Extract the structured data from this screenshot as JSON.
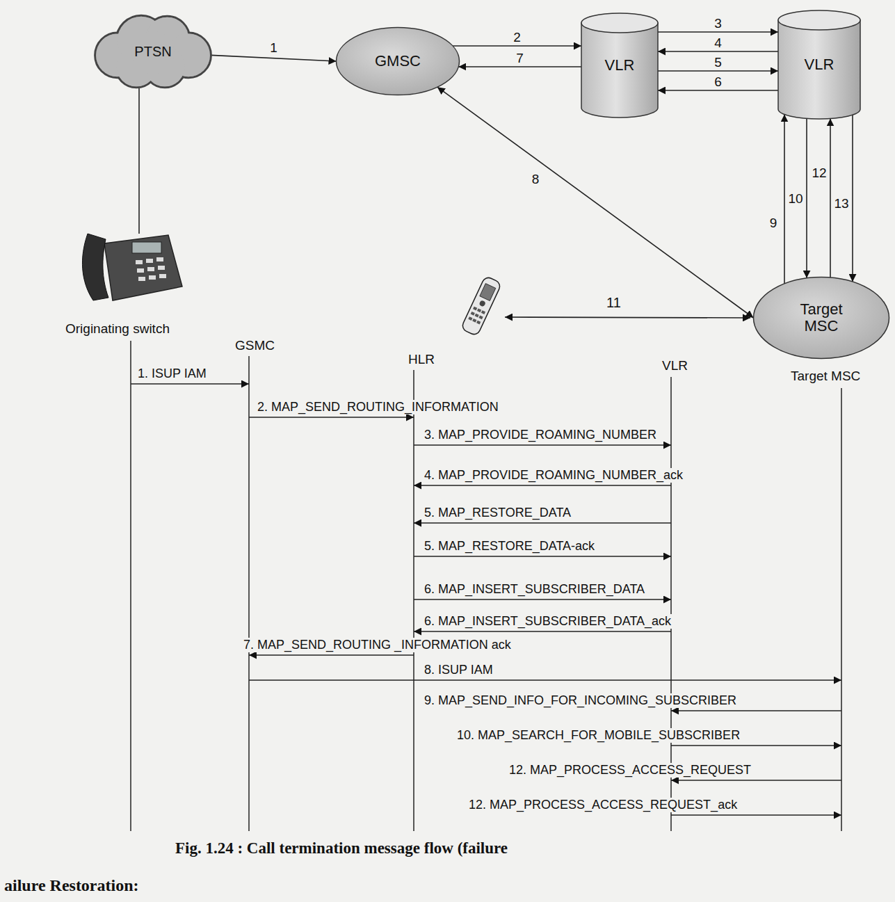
{
  "diagram": {
    "caption": "Fig. 1.24 : Call termination message flow (failure",
    "nodes": [
      {
        "text": [
          "PTSN"
        ]
      },
      {
        "text": [
          "GMSC"
        ]
      },
      {
        "text": [
          "VLR"
        ]
      },
      {
        "text": [
          "VLR"
        ]
      },
      {
        "text": [
          "Target MSC"
        ]
      }
    ],
    "edges": [
      {
        "from": 0,
        "to": 1,
        "arrow": "to",
        "label": "1"
      },
      {
        "from": 1,
        "to": 2,
        "arrow": "to",
        "label": "2"
      },
      {
        "from": 2,
        "to": 1,
        "arrow": "to",
        "label": "7"
      },
      {
        "from": 2,
        "to": 3,
        "arrow": "to",
        "label": "3"
      },
      {
        "from": 3,
        "to": 2,
        "arrow": "to",
        "label": "4"
      },
      {
        "from": 2,
        "to": 3,
        "arrow": "to",
        "label": "5"
      },
      {
        "from": 3,
        "to": 2,
        "arrow": "to",
        "label": "6"
      },
      {
        "from": 1,
        "to": 4,
        "arrow": "both",
        "label": "8"
      },
      {
        "from": 4,
        "to": 3,
        "arrow": "to",
        "label": "9"
      },
      {
        "from": 3,
        "to": 4,
        "arrow": "to",
        "label": "10"
      },
      {
        "from": 4,
        "to": 3,
        "arrow": "to",
        "label": "12"
      },
      {
        "from": 3,
        "to": 4,
        "arrow": "to",
        "label": "13"
      }
    ],
    "labels": [
      "11",
      "Originating switch",
      "GSMC",
      "HLR",
      "VLR",
      "Target MSC",
      "1. ISUP IAM",
      "2. MAP_SEND_ROUTING_INFORMATION",
      "3. MAP_PROVIDE_ROAMING_NUMBER",
      "4. MAP_PROVIDE_ROAMING_NUMBER_ack",
      "5. MAP_RESTORE_DATA",
      "5. MAP_RESTORE_DATA-ack",
      "6. MAP_INSERT_SUBSCRIBER_DATA",
      "6. MAP_INSERT_SUBSCRIBER_DATA_ack",
      "7. MAP_SEND_ROUTING _INFORMATION ack",
      "8. ISUP IAM",
      "9. MAP_SEND_INFO_FOR_INCOMING_SUBSCRIBER",
      "10. MAP_SEARCH_FOR_MOBILE_SUBSCRIBER",
      "12. MAP_PROCESS_ACCESS_REQUEST",
      "12. MAP_PROCESS_ACCESS_REQUEST_ack",
      "ailure Restoration:"
    ]
  }
}
